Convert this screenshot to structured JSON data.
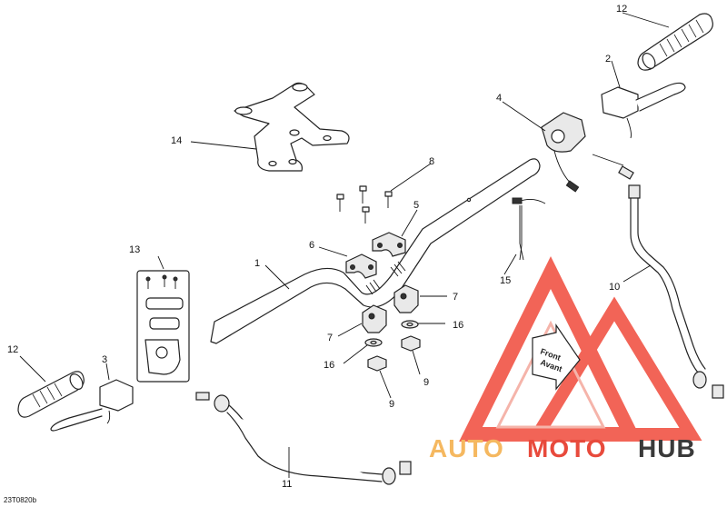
{
  "diagram": {
    "ref_code": "23T0820b",
    "direction_arrow": {
      "line1": "Front",
      "line2": "Avant"
    },
    "callouts": [
      "1",
      "2",
      "3",
      "4",
      "5",
      "6",
      "7",
      "7",
      "8",
      "9",
      "9",
      "10",
      "11",
      "12",
      "12",
      "13",
      "14",
      "15",
      "16",
      "16"
    ]
  },
  "watermark": {
    "part1": "AUTO",
    "part2": "MOTO",
    "part3": "HUB",
    "color_auto": "#f5b860",
    "color_moto": "#e84a3c",
    "color_hub": "#3a3a3a",
    "triangle_color": "#f04a3a"
  }
}
